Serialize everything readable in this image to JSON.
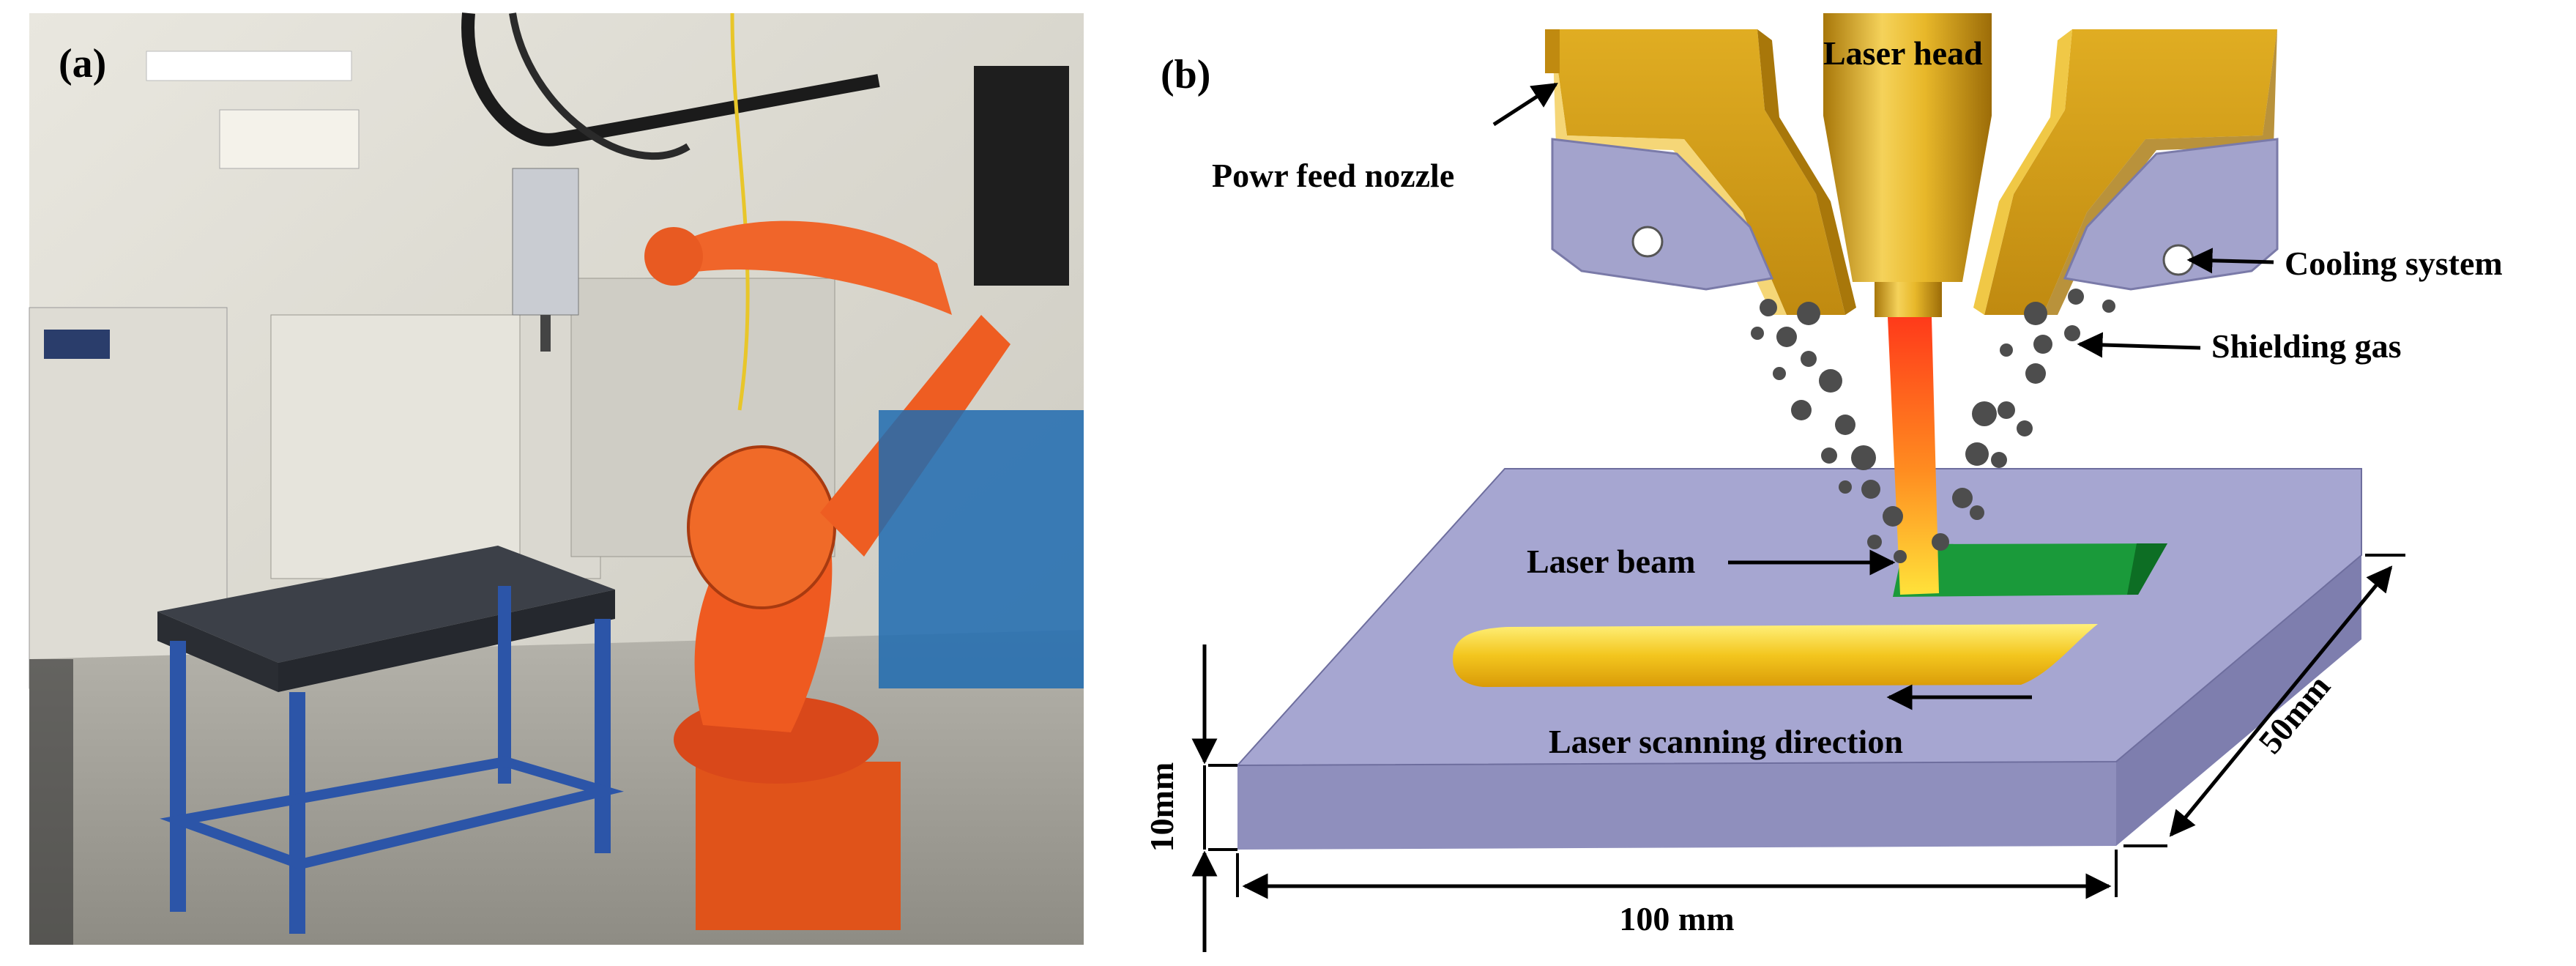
{
  "panel_a": {
    "label": "(a)"
  },
  "panel_b": {
    "label": "(b)",
    "labels": {
      "laser_head": "Laser head",
      "powder_feed_nozzle": "Powr feed nozzle",
      "cooling_system": "Cooling system",
      "shielding_gas": "Shielding gas",
      "laser_beam": "Laser beam",
      "scanning_direction": "Laser scanning direction"
    },
    "dimensions": {
      "thickness": "10mm",
      "length": "100 mm",
      "width": "50mm"
    },
    "colors": {
      "plate_top": "#a6a6d1",
      "plate_front": "#8f8fbd",
      "nozzle_gold": "#d9a61e",
      "cooling_block": "#a3a3cc",
      "melt_pool": "#1a9a3a",
      "clad_track": "#f0c21c",
      "powder": "#4d4d4d"
    }
  }
}
